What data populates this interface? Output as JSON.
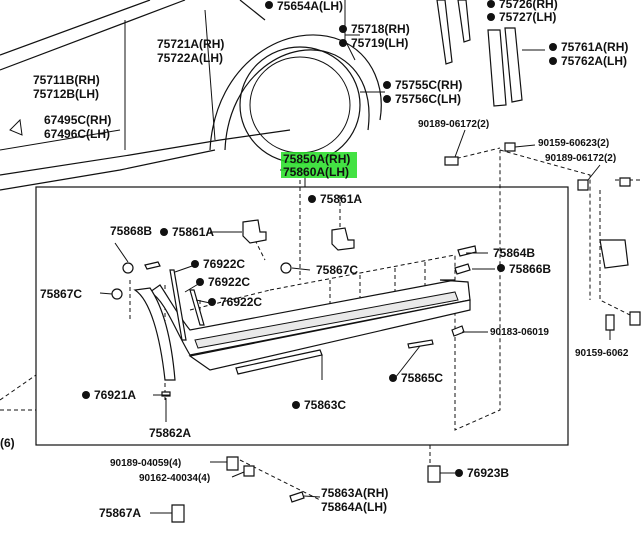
{
  "highlight_color": "#22dd22",
  "labels": {
    "p75654a": "75654A(LH)",
    "p75726": "75726(RH)",
    "p75727": "75727(LH)",
    "p75718": "75718(RH)",
    "p75719": "75719(LH)",
    "p75721a": "75721A(RH)",
    "p75722a": "75722A(LH)",
    "p75761a": "75761A(RH)",
    "p75762a": "75762A(LH)",
    "p75711b": "75711B(RH)",
    "p75712b": "75712B(LH)",
    "p75755c": "75755C(RH)",
    "p75756c": "75756C(LH)",
    "p67495c": "67495C(RH)",
    "p67496c": "67496C(LH)",
    "p90189_06172_a": "90189-06172(2)",
    "p90159_60623": "90159-60623(2)",
    "p90189_06172_b": "90189-06172(2)",
    "p75850a": "75850A(RH)",
    "p75860a": "75860A(LH)",
    "p75861a_top": "75861A",
    "p75868b": "75868B",
    "p75861a_left": "75861A",
    "p76922c_1": "76922C",
    "p76922c_2": "76922C",
    "p76922c_3": "76922C",
    "p75867c_left": "75867C",
    "p75867c_mid": "75867C",
    "p75864b": "75864B",
    "p75866b": "75866B",
    "p90183_06019": "90183-06019",
    "p90159_6062": "90159-6062",
    "p75865c": "75865C",
    "p76921a": "76921A",
    "p75863c": "75863C",
    "p75862a": "75862A",
    "p6": "(6)",
    "p90189_04059": "90189-04059(4)",
    "p90162_40034": "90162-40034(4)",
    "p76923b": "76923B",
    "p75863a": "75863A(RH)",
    "p75864a": "75864A(LH)",
    "p75867a": "75867A"
  }
}
